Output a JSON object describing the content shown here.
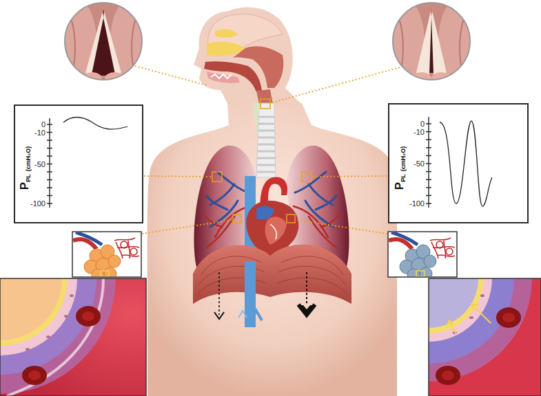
{
  "diagram": {
    "nodes": [
      {
        "text": [
          "P",
          "PL",
          "(cmH₂O)",
          "0",
          "-10",
          "-50",
          "-100"
        ]
      },
      {
        "text": [
          "P",
          "PL",
          "(cmH₂O)",
          "0",
          "-10",
          "-50",
          "-100"
        ]
      }
    ]
  }
}
